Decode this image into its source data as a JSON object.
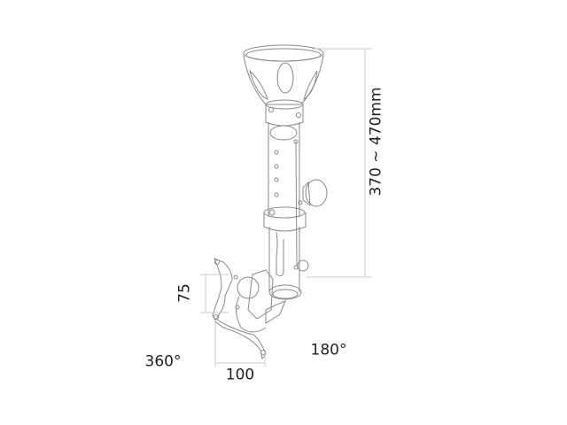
{
  "diagram": {
    "subject": "Ceiling-mounted monitor bracket with telescopic pole and tilting VESA plate",
    "dimensions": {
      "height_range": "370 ~ 470mm",
      "vesa_vertical": "75",
      "vesa_horizontal": "100"
    },
    "rotation": {
      "swivel": "360°",
      "tilt": "180°"
    },
    "colors": {
      "line": "#8a8a8a",
      "dimension_line": "#c8c8c8",
      "text": "#222222"
    }
  }
}
